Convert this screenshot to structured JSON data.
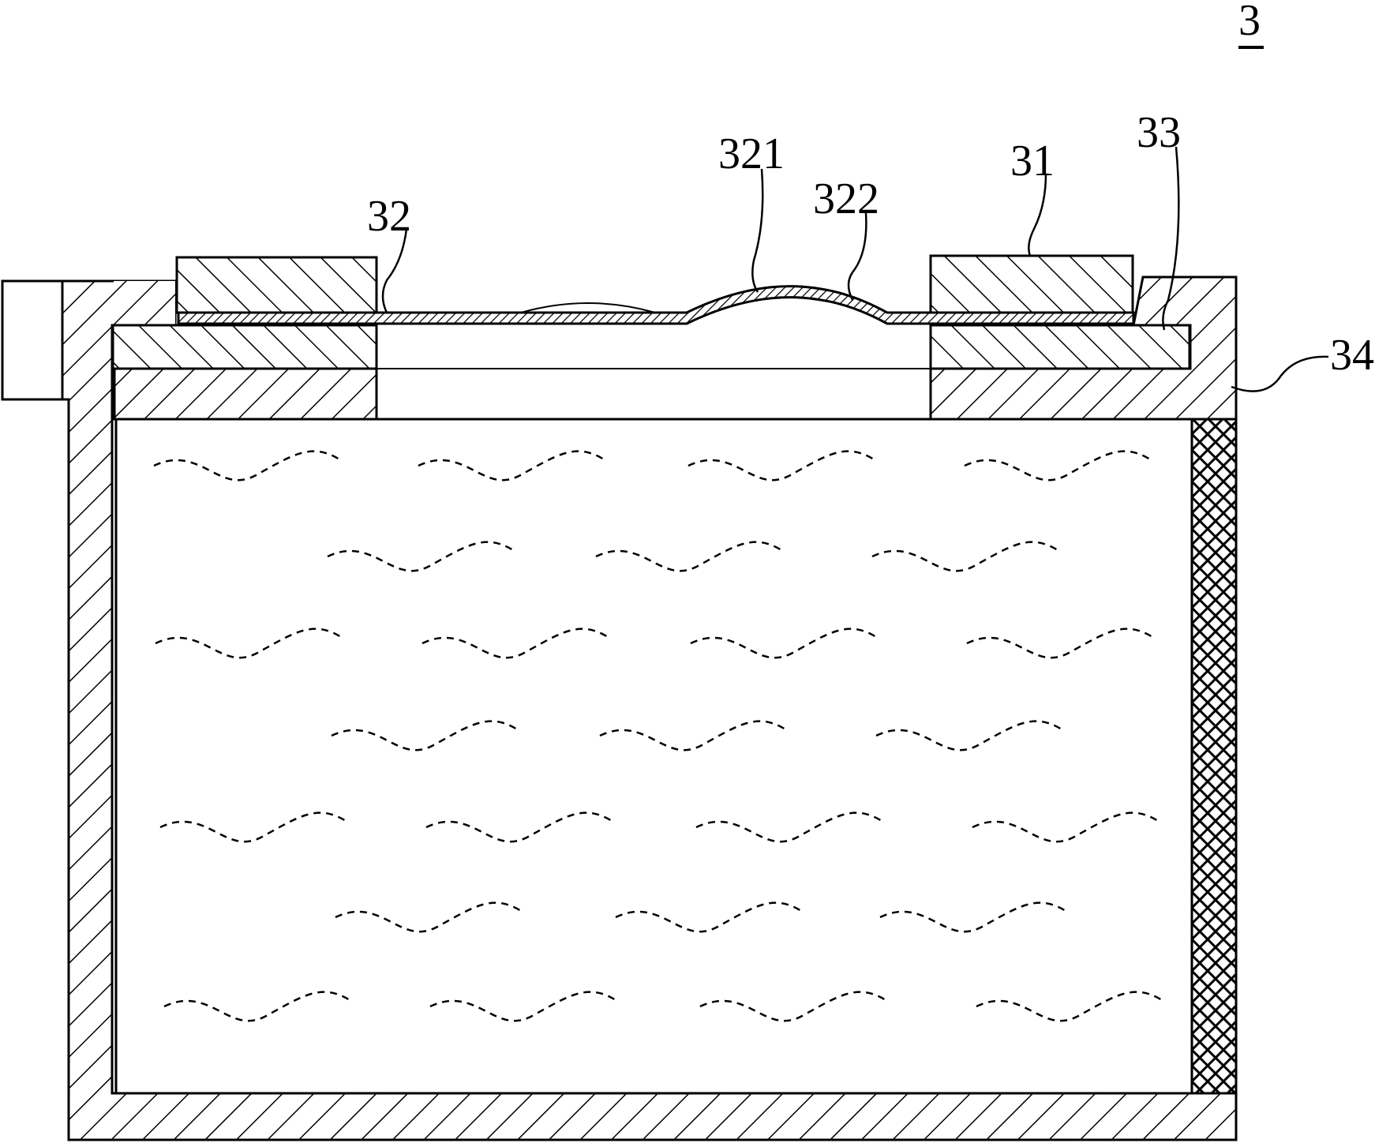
{
  "figure": {
    "number": "3"
  },
  "labels": {
    "frame_31": "31",
    "membrane_32": "32",
    "bulge_321": "321",
    "bulge_edge_322": "322",
    "spacer_33": "33",
    "housing_34": "34"
  },
  "colors": {
    "line": "#000000",
    "background": "#ffffff"
  },
  "icons": {
    "hatch": "diagonal-hatch",
    "crosshatch": "cross-hatch",
    "fluid": "dashed-wave"
  }
}
